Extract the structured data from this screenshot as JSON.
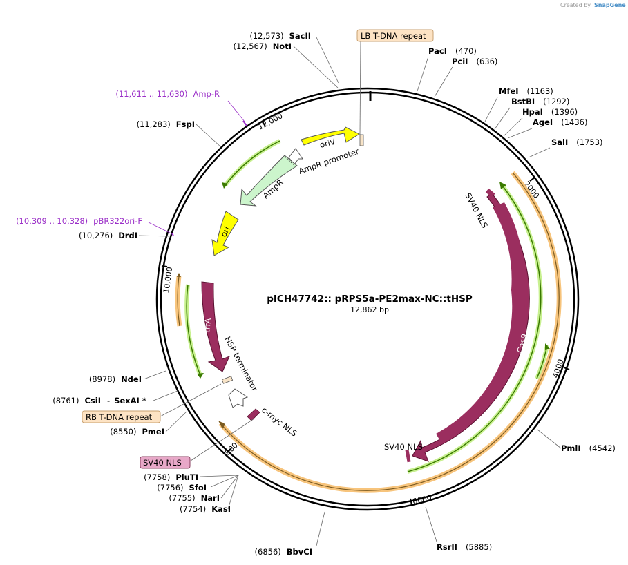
{
  "credit": {
    "prefix": "Created by",
    "brand": "SnapGene"
  },
  "map": {
    "name": "pICH47742:: pRPS5a-PE2max-NC::tHSP",
    "length_label": "12,862 bp",
    "total_bp": 12862,
    "colors": {
      "backbone": "#000000",
      "feature_maroon": "#9b2e5f",
      "primer": "#9b30c8",
      "promoter": "#ffffff",
      "orf_light": "#ccf5cc",
      "ori": "#ffff00",
      "misc": "#f8e4c8",
      "orf_arc": "#3a7a00",
      "orf_arc_glow": "#c8f090",
      "orange_arc": "#f7c47c"
    }
  },
  "ticks": [
    "2000",
    "4000",
    "6000",
    "8000",
    "10,000",
    "12,000"
  ],
  "enzymes": [
    {
      "id": "sacii",
      "name": "SacII",
      "pos": "(12,573)"
    },
    {
      "id": "noti",
      "name": "NotI",
      "pos": "(12,567)"
    },
    {
      "id": "paci",
      "name": "PacI",
      "pos": "(470)"
    },
    {
      "id": "pcii",
      "name": "PciI",
      "pos": "(636)"
    },
    {
      "id": "mfei",
      "name": "MfeI",
      "pos": "(1163)"
    },
    {
      "id": "bstbi",
      "name": "BstBI",
      "pos": "(1292)"
    },
    {
      "id": "hpai",
      "name": "HpaI",
      "pos": "(1396)"
    },
    {
      "id": "agei",
      "name": "AgeI",
      "pos": "(1436)"
    },
    {
      "id": "sali",
      "name": "SalI",
      "pos": "(1753)"
    },
    {
      "id": "pmli",
      "name": "PmlI",
      "pos": "(4542)"
    },
    {
      "id": "rsrii",
      "name": "RsrII",
      "pos": "(5885)"
    },
    {
      "id": "bbvci",
      "name": "BbvCI",
      "pos": "(6856)"
    },
    {
      "id": "kasi",
      "name": "KasI",
      "pos": "(7754)"
    },
    {
      "id": "nari",
      "name": "NarI",
      "pos": "(7755)"
    },
    {
      "id": "sfoi",
      "name": "SfoI",
      "pos": "(7756)"
    },
    {
      "id": "pluti",
      "name": "PluTI",
      "pos": "(7758)"
    },
    {
      "id": "pmei",
      "name": "PmeI",
      "pos": "(8550)"
    },
    {
      "id": "csii",
      "name": "CsiI",
      "pos": "(8761)"
    },
    {
      "id": "sexai",
      "name": "SexAI *",
      "pos": ""
    },
    {
      "id": "ndei",
      "name": "NdeI",
      "pos": "(8978)"
    },
    {
      "id": "drdi",
      "name": "DrdI",
      "pos": "(10,276)"
    },
    {
      "id": "fspi",
      "name": "FspI",
      "pos": "(11,283)"
    }
  ],
  "primers": [
    {
      "id": "ampr",
      "name": "Amp-R",
      "range": "(11,611 .. 11,630)"
    },
    {
      "id": "pbr",
      "name": "pBR322ori-F",
      "range": "(10,309 .. 10,328)"
    }
  ],
  "features": {
    "lb_repeat": "LB T-DNA repeat",
    "rb_repeat": "RB T-DNA repeat",
    "sv40_box": "SV40 NLS",
    "oriv": "oriV",
    "ampr_promoter": "AmpR promoter",
    "ampr": "AmpR",
    "ori": "ori",
    "trfa": "trfA",
    "hsp_terminator": "HSP terminator",
    "cmyc_nls": "c-myc NLS",
    "sv40_nls_top": "SV40 NLS",
    "sv40_nls_bottom": "SV40 NLS",
    "cas9": "Cas9"
  }
}
